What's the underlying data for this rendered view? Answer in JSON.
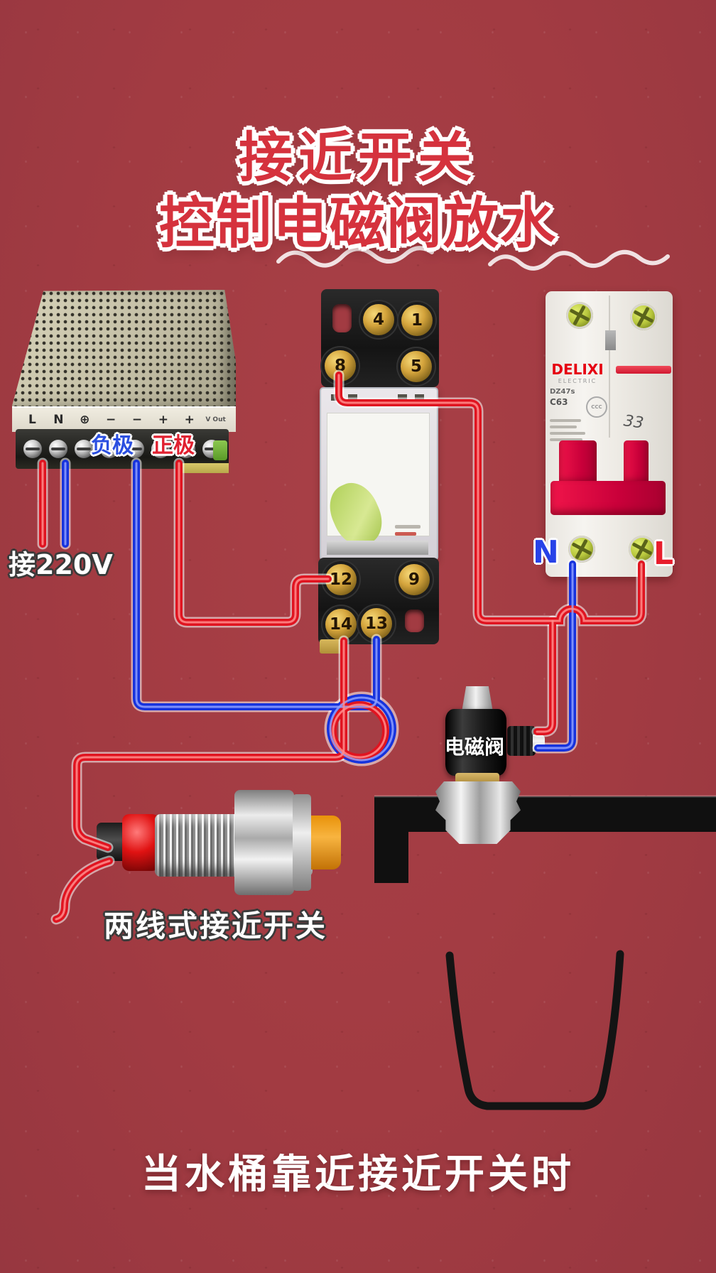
{
  "title": {
    "line1": "接近开关",
    "line2": "控制电磁阀放水"
  },
  "caption": "当水桶靠近接近开关时",
  "power_supply": {
    "terminals": [
      "L",
      "N",
      "⊕",
      "−",
      "−",
      "+",
      "+"
    ],
    "vout_label": "V Out",
    "negative_label": "负极",
    "positive_label": "正极",
    "input_label": "接220V"
  },
  "relay": {
    "top_terminals": [
      "4",
      "1",
      "8",
      "5"
    ],
    "bottom_terminals": [
      "12",
      "9",
      "14",
      "13"
    ]
  },
  "breaker": {
    "brand": "DELIXI",
    "sub_brand": "ELECTRIC",
    "model": "DZ47s",
    "rating": "C63",
    "certification": "CCC",
    "mark": "33",
    "neutral_label": "N",
    "live_label": "L"
  },
  "valve": {
    "label": "电磁阀"
  },
  "proximity_switch": {
    "label": "两线式接近开关"
  },
  "colors": {
    "background": "#a23b42",
    "title_red": "#d5323d",
    "wire_red": "#e01420",
    "wire_blue": "#1633dd",
    "pipe_black": "#101010",
    "breaker_brand_red": "#e60012",
    "negative_blue": "#2b4fe0",
    "positive_red": "#e02030"
  }
}
